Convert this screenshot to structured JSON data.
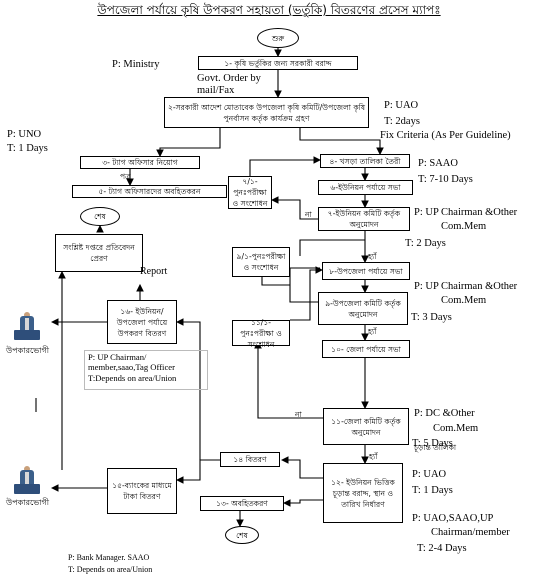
{
  "title": "উপজেলা পর্যায়ে কৃষি উপকরণ সহায়তা (ভর্তুকি) বিতরণের প্রসেস ম্যাপঃ",
  "nodes": {
    "start": "শুরু",
    "n1": "১- কৃষি ভর্তুকির জন্য সরকারী বরাদ্দ",
    "n2": "২-সরকারী আদেশ মোতাবেক উপজেলা কৃষি কমিটি/উপজেলা কৃষি পুনর্বাসন কর্তৃক কার্যক্রম গ্রহণ",
    "n3": "৩- ট্যাগ অফিসার নিয়োগ",
    "n4": "৪- খসড়া তালিকা তৈরী",
    "n5": "৫- ট্যাগ অফিসারদের অবহিতকরন",
    "n6": "৬-ইউনিয়ন পর্যায়ে সভা",
    "n7": "৭-ইউনিয়ন কমিটি কর্তৃক অনুমোদন",
    "n71": "৭/১-পুনঃপরীক্ষা ও সংশোধন",
    "n8": "৮-উপজেলা পর্যায়ে সভা",
    "n9": "৯-উপজেলা কমিটি কর্তৃক অনুমোদন",
    "n91": "৯/১-পুনঃপরীক্ষা ও সংশোধন",
    "n10": "১০- জেলা পর্যায়ে সভা",
    "n11": "১১-জেলা কমিটি কর্তৃক অনুমোদন",
    "n111": "১১/১-পুনঃপরীক্ষা ও সংশোধন",
    "n12": "১২- ইউনিয়ন ভিত্তিক চূড়ান্ত বরাদ্দ, স্থান ও তারিখ নির্ধারণ",
    "n13": "১৩- অবহিতকরণ",
    "n14": "১৪ বিতরণ",
    "n15": "১৫-ব্যাংকের মাধ্যমে টাকা বিতরণ",
    "n16": "১৬- ইউনিয়ন/ উপজেলা পর্যায়ে উপকরণ বিতরণ",
    "report": "সংশ্লিষ্ট দপ্তরে প্রতিবেদন প্রেরণ",
    "end1": "শেষ",
    "end2": "শেষ"
  },
  "edge_labels": {
    "patra": "পত্র",
    "na1": "না",
    "ha1": "হ্যাঁ",
    "ha2": "হ্যাঁ",
    "na2": "না",
    "ha3": "হ্যাঁ",
    "final_list": "চূড়ান্ত তালিকা",
    "report": "Report"
  },
  "notes": {
    "ministry": "P: Ministry",
    "govt_order_1": "Govt. Order by",
    "govt_order_2": "mail/Fax",
    "uao_p": "P: UAO",
    "uao_t": "T:  2days",
    "criteria": "Fix Criteria (As Per Guideline)",
    "uno_p": "P: UNO",
    "uno_t": "T: 1 Days",
    "saao_p": "P: SAAO",
    "saao_t": "T: 7-10 Days",
    "up1_p": "P: UP Chairman &Other",
    "up1_p2": "Com.Mem",
    "up1_t": "T: 2 Days",
    "up2_p": "P: UP Chairman &Other",
    "up2_p2": "Com.Mem",
    "up2_t": "T: 3 Days",
    "dc_p": "P: DC &Other",
    "dc_p2": "Com.Mem",
    "dc_t": "T: 5 Days",
    "uao2_p": "P: UAO",
    "uao2_t": "T: 1 Days",
    "last_p": "P: UAO,SAAO,UP",
    "last_p2": "Chairman/member",
    "last_t": "T: 2-4 Days",
    "bank_p": "P: Bank Manager. SAAO",
    "bank_t": "T: Depends on area/Union",
    "box_1": "P: UP Chairman/",
    "box_2": "member,saao,Tag Officer",
    "box_3": "T:Depends on area/Union"
  },
  "beneficiary_label": "উপকারভোগী",
  "beneficiary_label_2": "উপকারভোগী"
}
